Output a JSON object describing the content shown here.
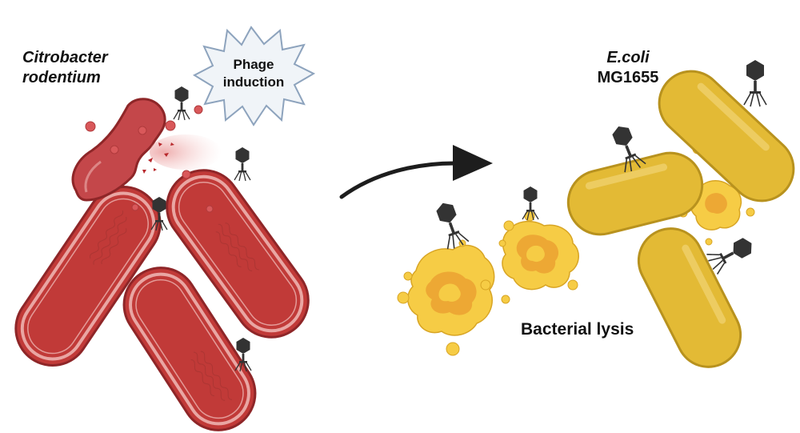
{
  "labels": {
    "donor_line1": "Citrobacter",
    "donor_line2": "rodentium",
    "burst_line1": "Phage",
    "burst_line2": "induction",
    "target_line1": "E.coli",
    "target_line2": "MG1655",
    "lysis": "Bacterial lysis"
  },
  "icons": {
    "phage": "phage-icon",
    "arrow": "curved-arrow-icon",
    "burst": "starburst-icon"
  },
  "colors": {
    "donor_body": "#c13a38",
    "donor_outline": "#8e2628",
    "donor_inner_ring": "#e9a6a3",
    "target_body": "#e3ba35",
    "target_outline": "#b8921e",
    "debris": "#f6cc45",
    "debris_dark": "#eba131",
    "phage": "#333333",
    "arrow": "#1d1d1d",
    "burst_fill": "#f0f4f8",
    "burst_outline": "#8da3bd"
  }
}
